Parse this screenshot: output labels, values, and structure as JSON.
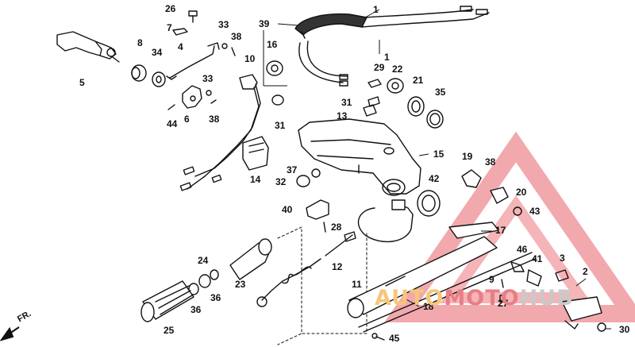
{
  "diagram": {
    "labels": {
      "p1": "1",
      "p1b": "1",
      "p2": "2",
      "p3": "3",
      "p4": "4",
      "p5": "5",
      "p6": "6",
      "p7": "7",
      "p8": "8",
      "p9": "9",
      "p10": "10",
      "p11": "11",
      "p12": "12",
      "p13": "13",
      "p14": "14",
      "p15": "15",
      "p16": "16",
      "p17": "17",
      "p18": "18",
      "p19": "19",
      "p20": "20",
      "p21": "21",
      "p22": "22",
      "p23": "23",
      "p24": "24",
      "p25": "25",
      "p26": "26",
      "p27": "27",
      "p28": "28",
      "p29": "29",
      "p30": "30",
      "p31": "31",
      "p31b": "31",
      "p32": "32",
      "p33": "33",
      "p33b": "33",
      "p34": "34",
      "p35": "35",
      "p36": "36",
      "p36b": "36",
      "p37": "37",
      "p38": "38",
      "p38b": "38",
      "p38c": "38",
      "p39": "39",
      "p40": "40",
      "p41": "41",
      "p42": "42",
      "p43": "43",
      "p44": "44",
      "p45": "45",
      "p46": "46"
    },
    "direction": "FR."
  },
  "watermark": {
    "part1": "AUTO",
    "part2": "MOTO",
    "part3": "HUB",
    "color_primary": "#e8434f",
    "color_secondary": "#f5a623"
  }
}
